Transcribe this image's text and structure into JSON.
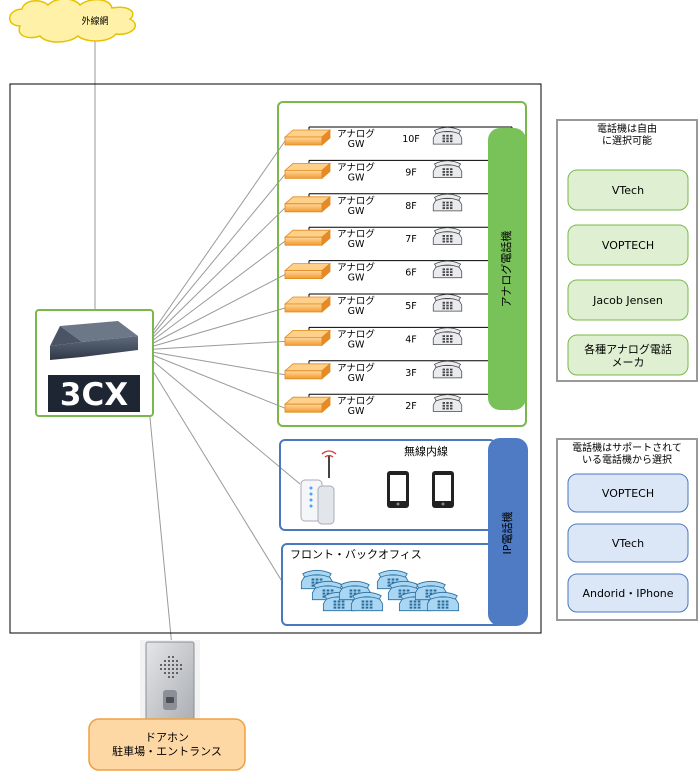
{
  "cloud": {
    "label": "外線網",
    "fill": "#fff2a8",
    "stroke": "#e6c200"
  },
  "pbx": {
    "logo_text": "3CX"
  },
  "analog_gateways": [
    {
      "gw_line1": "アナログ",
      "gw_line2": "GW",
      "floor": "10F"
    },
    {
      "gw_line1": "アナログ",
      "gw_line2": "GW",
      "floor": "9F"
    },
    {
      "gw_line1": "アナログ",
      "gw_line2": "GW",
      "floor": "8F"
    },
    {
      "gw_line1": "アナログ",
      "gw_line2": "GW",
      "floor": "7F"
    },
    {
      "gw_line1": "アナログ",
      "gw_line2": "GW",
      "floor": "6F"
    },
    {
      "gw_line1": "アナログ",
      "gw_line2": "GW",
      "floor": "5F"
    },
    {
      "gw_line1": "アナログ",
      "gw_line2": "GW",
      "floor": "4F"
    },
    {
      "gw_line1": "アナログ",
      "gw_line2": "GW",
      "floor": "3F"
    },
    {
      "gw_line1": "アナログ",
      "gw_line2": "GW",
      "floor": "2F"
    }
  ],
  "analog_bar": {
    "label": "アナログ電話機",
    "color": "#79c25a"
  },
  "ip_bar": {
    "label": "IP電話機",
    "color": "#4e7bc4"
  },
  "wireless": {
    "label": "無線内線"
  },
  "office": {
    "label": "フロント・バックオフィス"
  },
  "door": {
    "line1": "ドアホン",
    "line2": "駐車場・エントランス",
    "fill": "#fdd8a5",
    "stroke": "#f0a040"
  },
  "legend_analog": {
    "title_line1": "電話機は自由",
    "title_line2": "に選択可能",
    "items": [
      {
        "line1": "VTech",
        "line2": ""
      },
      {
        "line1": "VOPTECH",
        "line2": ""
      },
      {
        "line1": "Jacob Jensen",
        "line2": ""
      },
      {
        "line1": "各種アナログ電話",
        "line2": "メーカ"
      }
    ]
  },
  "legend_ip": {
    "title_line1": "電話機はサポートされて",
    "title_line2": "いる電話機から選択",
    "items": [
      {
        "line1": "VOPTECH"
      },
      {
        "line1": "VTech"
      },
      {
        "line1": "Andorid・IPhone"
      }
    ]
  },
  "colors": {
    "green": "#79b84a",
    "blue": "#4a78be",
    "gw_orange": "#f5a340",
    "legend_green_fill": "#dff0d2",
    "legend_blue_fill": "#dbe6f6"
  }
}
